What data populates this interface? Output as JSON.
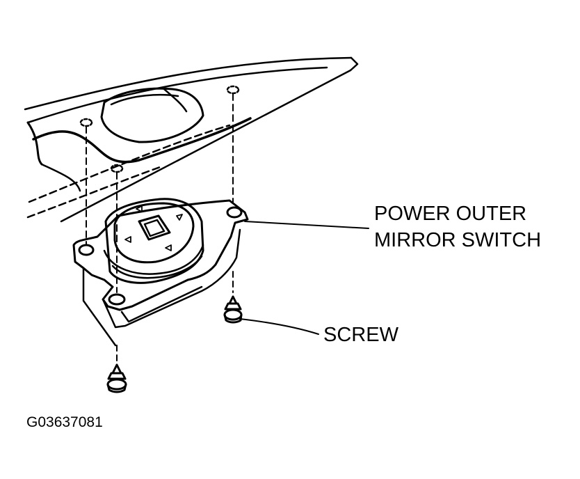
{
  "labels": {
    "switch_line1": "POWER OUTER",
    "switch_line2": "MIRROR SWITCH",
    "screw": "SCREW",
    "figure_code": "G03637081"
  },
  "colors": {
    "ink": "#000000",
    "paper": "#ffffff"
  }
}
